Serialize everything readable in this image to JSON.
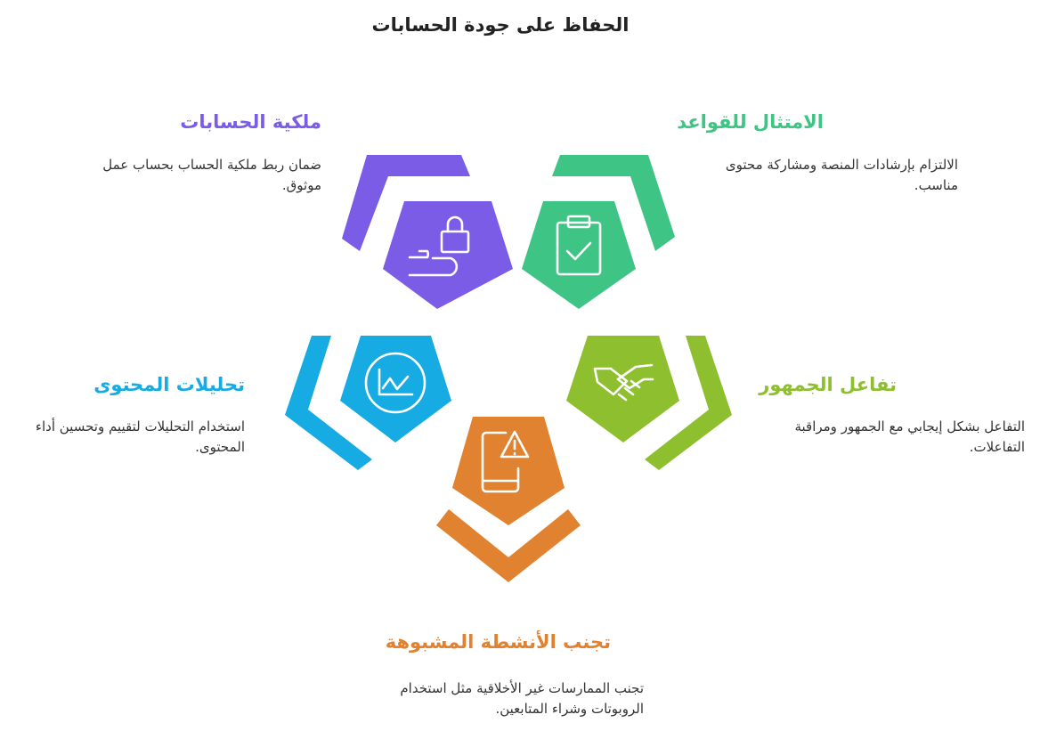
{
  "title": "الحفاظ على جودة الحسابات",
  "colors": {
    "purple": "#7B5CE6",
    "green": "#3EC484",
    "olive": "#8DBF2F",
    "blue": "#17ABE3",
    "orange": "#E0822F"
  },
  "items": [
    {
      "key": "ownership",
      "title": "ملكية الحسابات",
      "desc": "ضمان ربط ملكية الحساب بحساب عمل موثوق.",
      "icon": "lock-hand-icon",
      "color": "#7B5CE6"
    },
    {
      "key": "compliance",
      "title": "الامتثال للقواعد",
      "desc": "الالتزام بإرشادات المنصة ومشاركة محتوى مناسب.",
      "icon": "clipboard-check-icon",
      "color": "#3EC484"
    },
    {
      "key": "analytics",
      "title": "تحليلات المحتوى",
      "desc": "استخدام التحليلات لتقييم وتحسين أداء المحتوى.",
      "icon": "line-chart-icon",
      "color": "#17ABE3"
    },
    {
      "key": "engagement",
      "title": "تفاعل الجمهور",
      "desc": "التفاعل بشكل إيجابي مع الجمهور ومراقبة التفاعلات.",
      "icon": "handshake-icon",
      "color": "#8DBF2F"
    },
    {
      "key": "avoid",
      "title": "تجنب الأنشطة المشبوهة",
      "desc": "تجنب الممارسات غير الأخلاقية مثل استخدام الروبوتات وشراء المتابعين.",
      "icon": "phone-warning-icon",
      "color": "#E0822F"
    }
  ]
}
